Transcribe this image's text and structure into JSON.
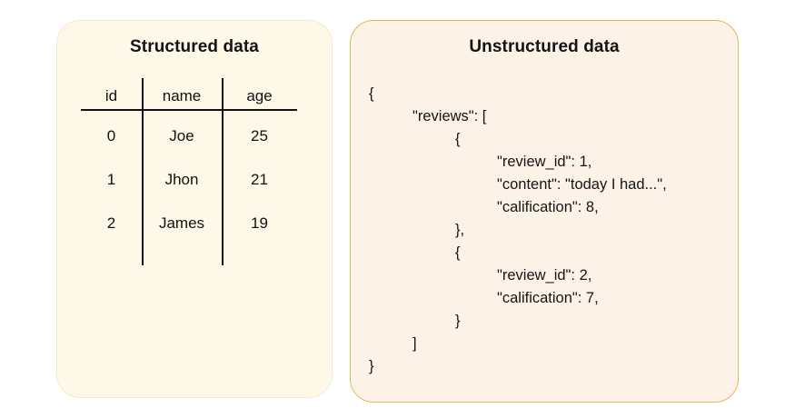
{
  "panels": {
    "structured": {
      "title": "Structured data",
      "table": {
        "columns": [
          "id",
          "name",
          "age"
        ],
        "rows": [
          {
            "id": "0",
            "name": "Joe",
            "age": "25"
          },
          {
            "id": "1",
            "name": "Jhon",
            "age": "21"
          },
          {
            "id": "2",
            "name": "James",
            "age": "19"
          }
        ]
      }
    },
    "unstructured": {
      "title": "Unstructured data",
      "json_lines": [
        {
          "indent": 0,
          "text": "{"
        },
        {
          "indent": 1,
          "text": "\"reviews\": ["
        },
        {
          "indent": 2,
          "text": "{"
        },
        {
          "indent": 3,
          "text": "\"review_id\": 1,"
        },
        {
          "indent": 3,
          "text": "\"content\": \"today I had...\","
        },
        {
          "indent": 3,
          "text": "\"calification\": 8,"
        },
        {
          "indent": 2,
          "text": "},"
        },
        {
          "indent": 2,
          "text": "{"
        },
        {
          "indent": 3,
          "text": "\"review_id\": 2,"
        },
        {
          "indent": 3,
          "text": "\"calification\": 7,"
        },
        {
          "indent": 2,
          "text": "}"
        },
        {
          "indent": 1,
          "text": "]"
        },
        {
          "indent": 0,
          "text": "}"
        }
      ]
    }
  },
  "colors": {
    "structured_fill": "#fdf8e8",
    "structured_border": "#f2ead0",
    "unstructured_fill": "#fdf2e7",
    "unstructured_border": "#dfb95b",
    "rule": "#111111",
    "text": "#151515",
    "page_background": "#ffffff"
  }
}
